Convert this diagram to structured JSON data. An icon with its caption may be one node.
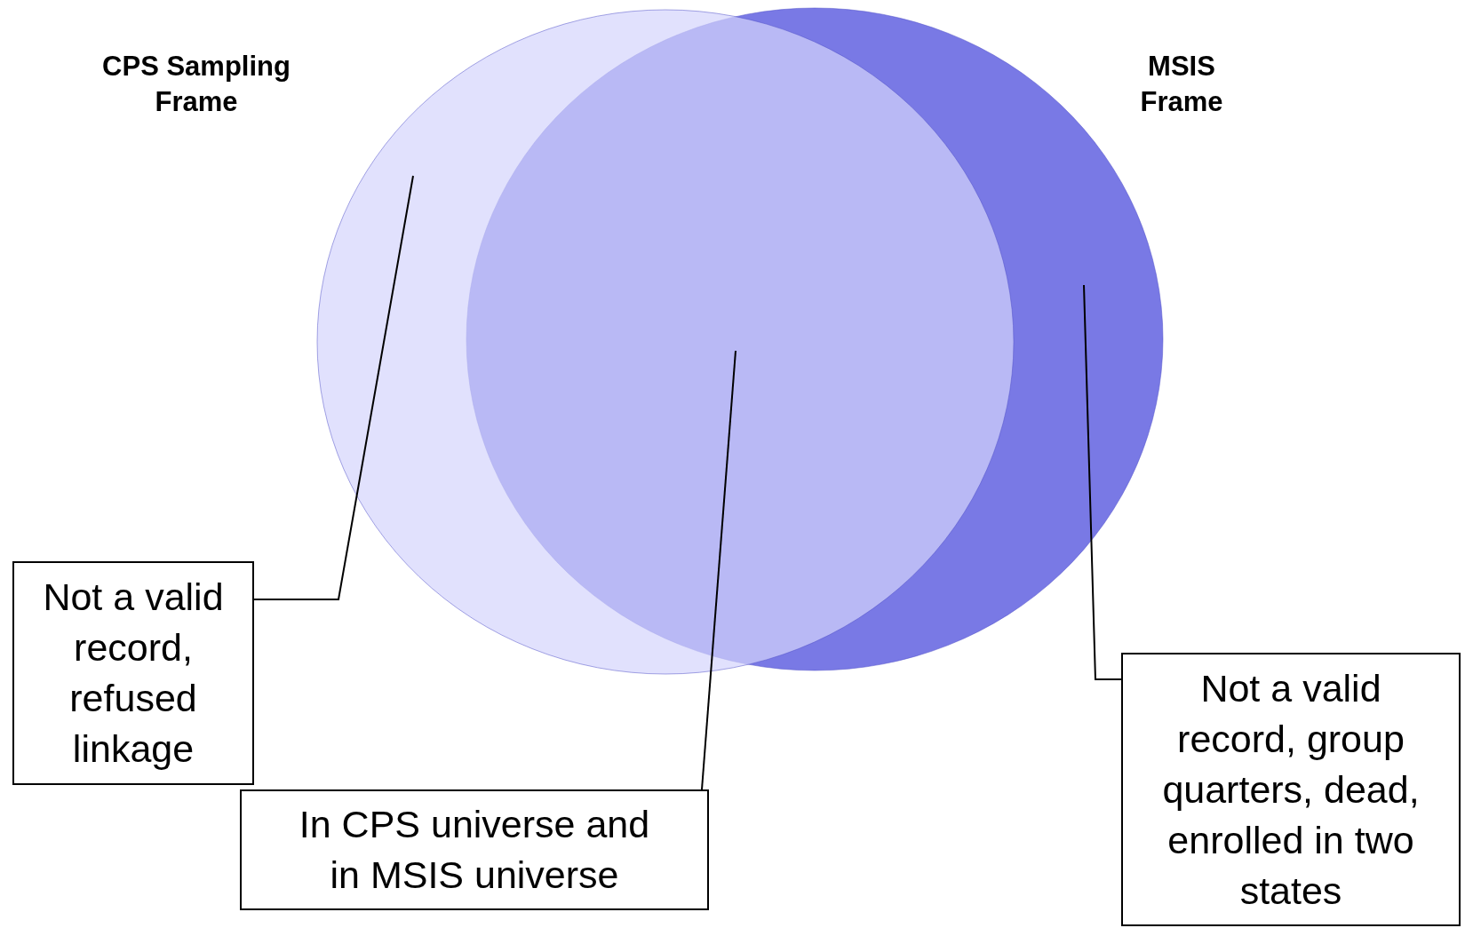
{
  "diagram": {
    "nodes": [
      {
        "text": [
          "CPS Sampling Frame"
        ]
      },
      {
        "text": [
          "MSIS Frame"
        ]
      },
      {
        "text": [
          "Not a valid record, refused linkage"
        ]
      },
      {
        "text": [
          "In CPS universe and in MSIS universe"
        ]
      },
      {
        "text": [
          "Not a valid record, group quarters, dead, enrolled in two states"
        ]
      }
    ],
    "edges": [
      {
        "from": 2,
        "to": 0,
        "arrow": "none"
      },
      {
        "from": 3,
        "to": 1,
        "arrow": "none"
      },
      {
        "from": 4,
        "to": 1,
        "arrow": "none"
      }
    ]
  }
}
